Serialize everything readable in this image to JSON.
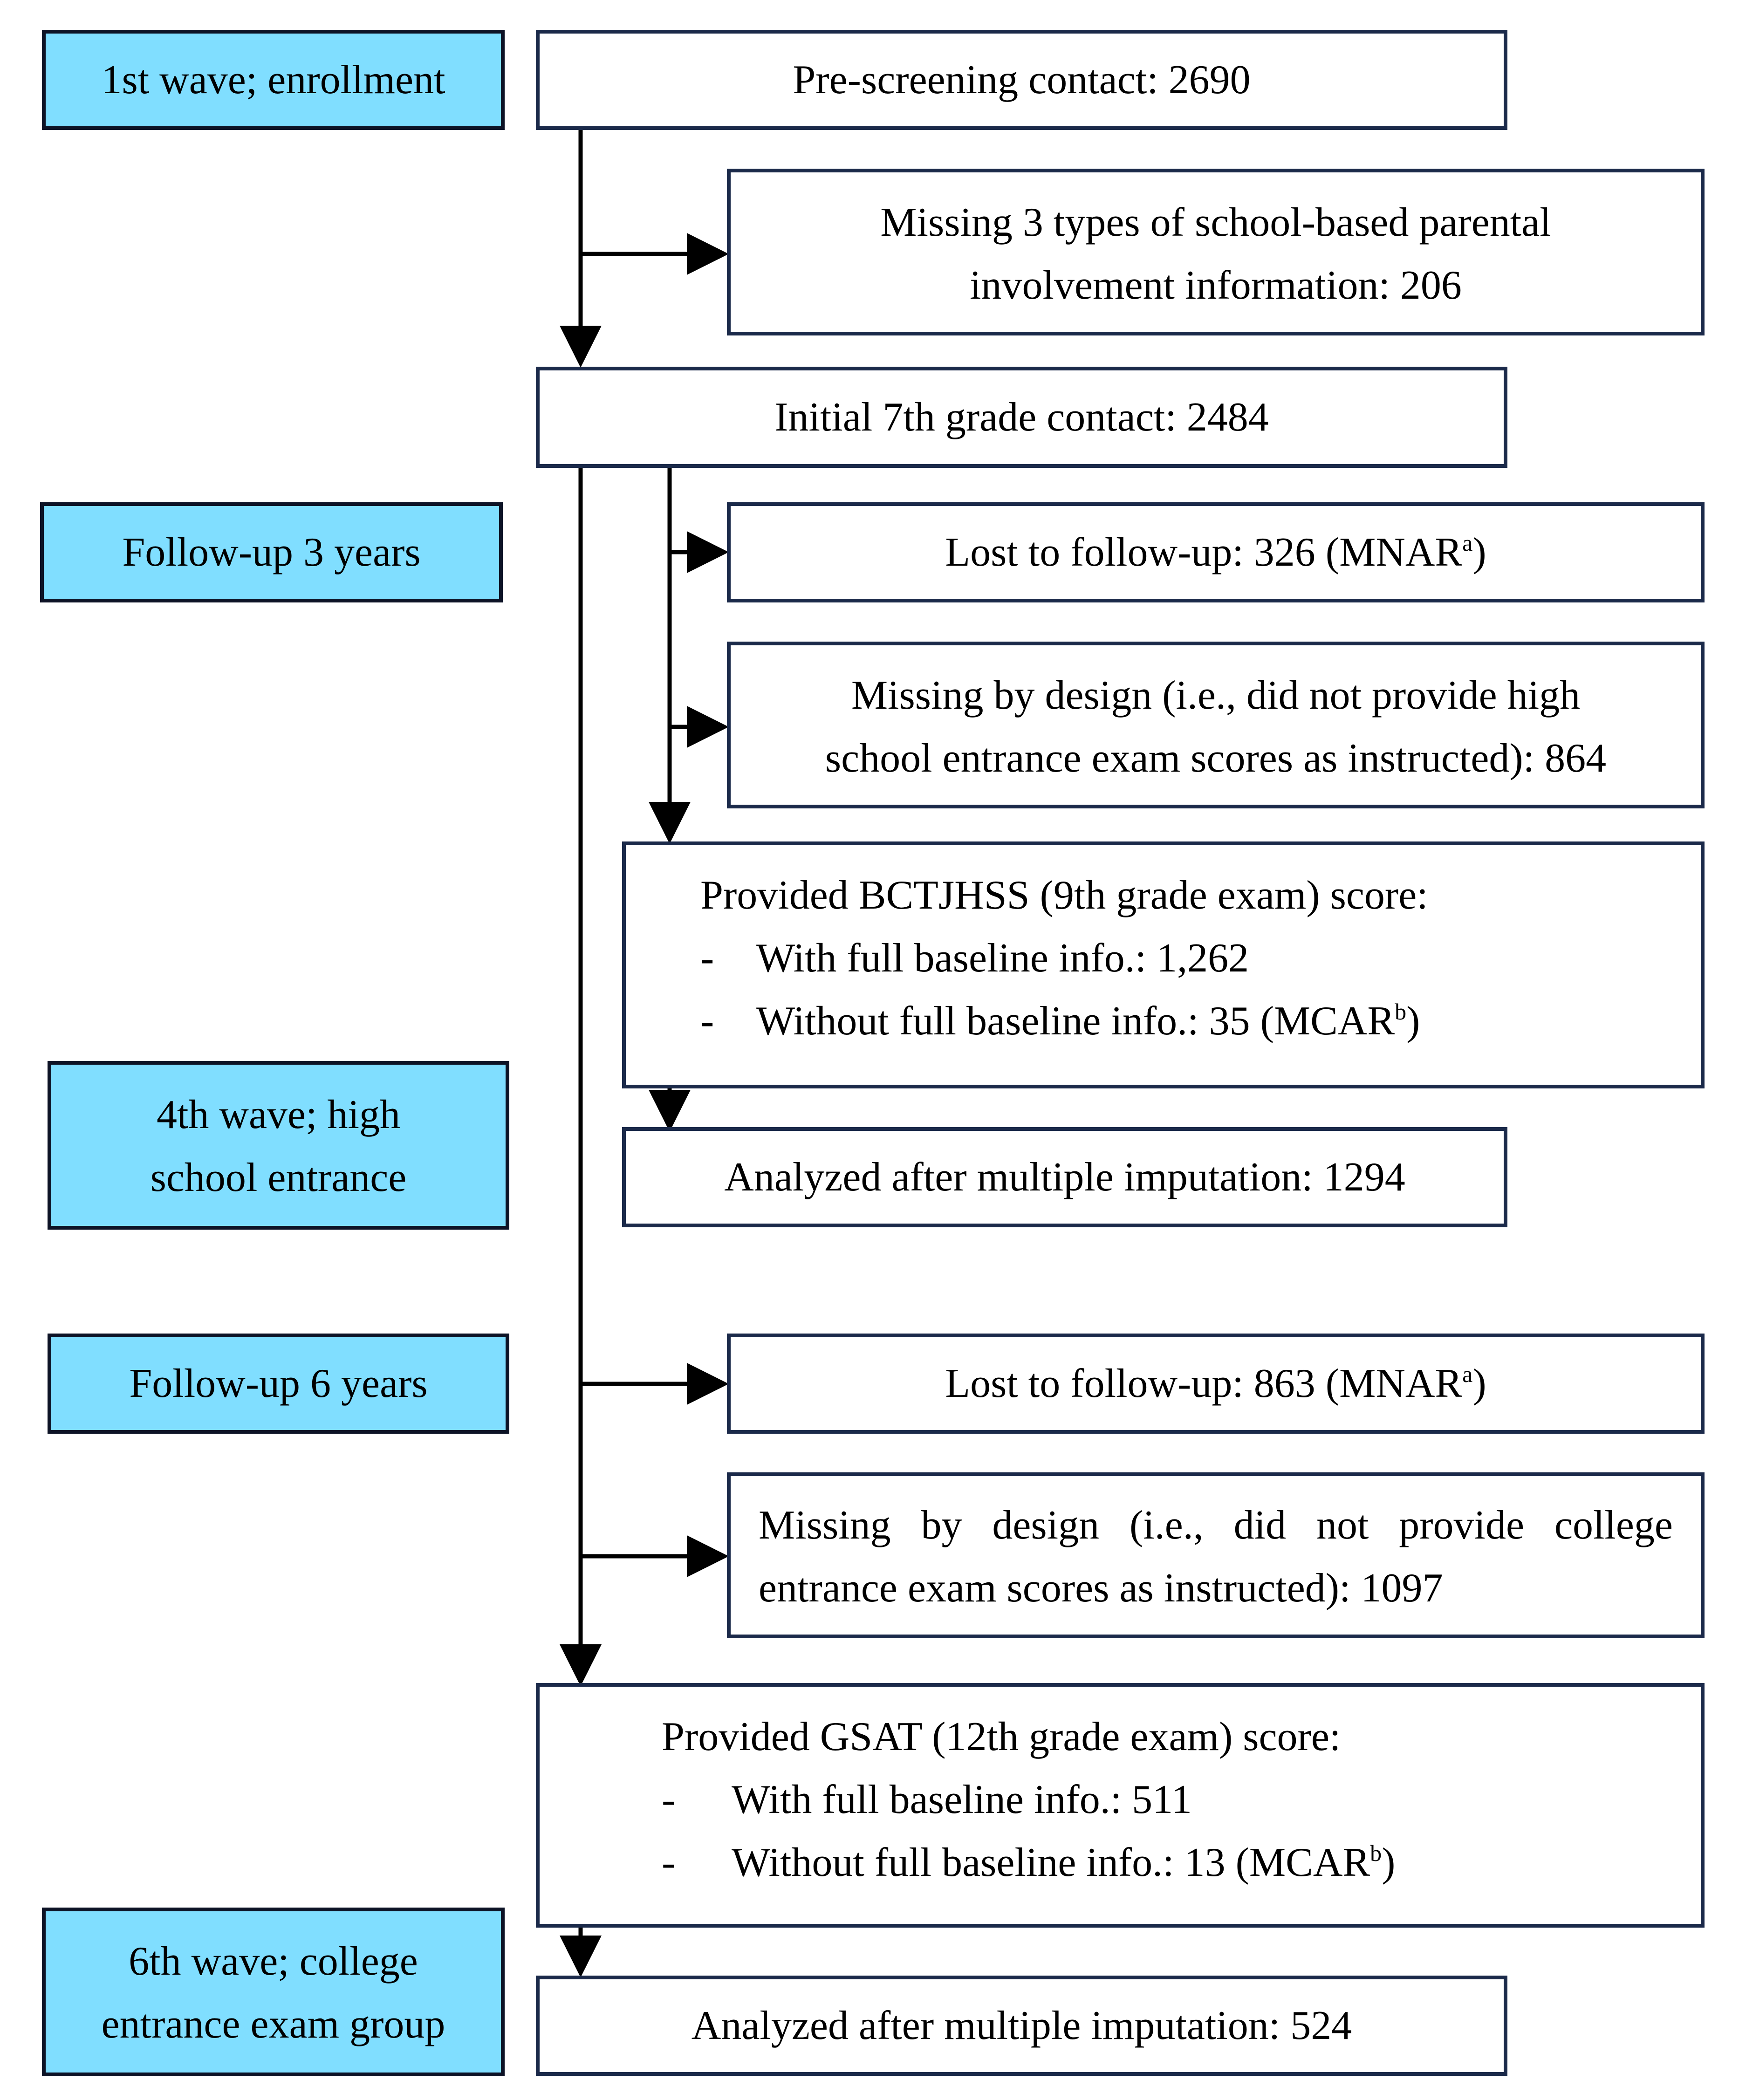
{
  "stages": {
    "enrollment": "1st wave; enrollment",
    "followup3": "Follow-up 3 years",
    "wave4_line1": "4th wave; high",
    "wave4_line2": "school entrance",
    "followup6": "Follow-up 6 years",
    "wave6_line1": "6th wave; college",
    "wave6_line2": "entrance exam group"
  },
  "boxes": {
    "prescreen": "Pre-screening contact: 2690",
    "missing_pi_line1": "Missing 3 types of school-based parental",
    "missing_pi_line2": "involvement information: 206",
    "initial7": "Initial 7th grade contact: 2484",
    "lost3_text": "Lost to follow-up: 326 (MNAR",
    "lost3_sup": "a",
    "lost3_close": ")",
    "design3_line1": "Missing by design (i.e., did not provide high",
    "design3_line2": "school entrance exam scores as instructed): 864",
    "bctj_head": "Provided BCTJHSS (9th grade exam) score:",
    "bctj_dash1": "-",
    "bctj_item1": "With full baseline info.: 1,262",
    "bctj_dash2": "-",
    "bctj_item2_text": "Without full baseline info.: 35 (MCAR",
    "bctj_item2_sup": "b",
    "bctj_item2_close": ")",
    "analyzed1": "Analyzed after multiple imputation: 1294",
    "lost6_text": "Lost to follow-up: 863 (MNAR",
    "lost6_sup": "a",
    "lost6_close": ")",
    "design6_line1": "Missing by design (i.e., did not provide college",
    "design6_line2": "entrance exam scores as instructed): 1097",
    "gsat_head": "Provided GSAT (12th grade exam) score:",
    "gsat_dash1": "-",
    "gsat_item1": "With full baseline info.: 511",
    "gsat_dash2": "-",
    "gsat_item2_text": "Without full baseline info.: 13 (MCAR",
    "gsat_item2_sup": "b",
    "gsat_item2_close": ")",
    "analyzed2": "Analyzed after multiple imputation: 524"
  },
  "colors": {
    "stage_fill": "#80deff",
    "border": "#1b2a4a",
    "arrow": "#000000"
  }
}
